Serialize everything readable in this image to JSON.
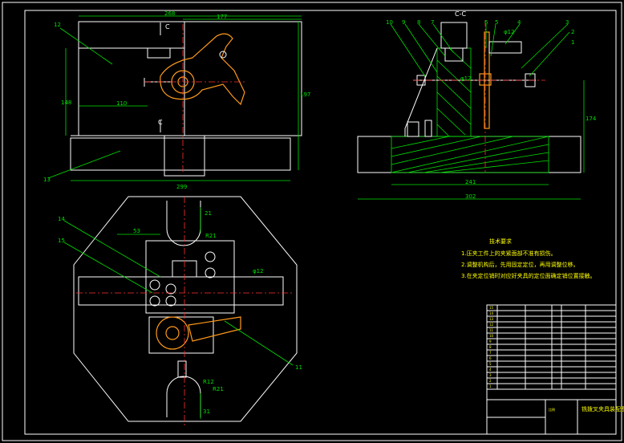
{
  "views": {
    "front_section_label": "C",
    "side_section_title": "C-C"
  },
  "dimensions": {
    "top_width_268": "268",
    "top_width_177": "177",
    "height_148": "148",
    "width_110": "110",
    "height_197": "197",
    "bottom_width_299": "299",
    "dim_21": "21",
    "dim_53": "53",
    "r21_top": "R21",
    "phi12": "φ12",
    "r12_bottom": "R12",
    "r21_bottom": "R21",
    "dim_31": "31",
    "side_height_174": "174",
    "side_width_241": "241",
    "side_width_302": "302",
    "side_phi12": "φ12",
    "side_phi12b": "φ12"
  },
  "balloons": {
    "b12": "12",
    "b13": "13",
    "b14": "14",
    "b15": "15",
    "b11": "11",
    "b10": "10",
    "b9": "9",
    "b8": "8",
    "b7": "7",
    "b6": "6",
    "b5": "5",
    "b4": "4",
    "b3": "3",
    "b2": "2",
    "b1": "1"
  },
  "tech_requirements": {
    "title": "技术要求",
    "line1": "1.压夹工件上的夹紧面部不准有损伤。",
    "line2": "2.调整机构后，先用固定定位，再用调整位移。",
    "line3": "3.在夹定位销时对应好夹具的定位面确定销位置接触。"
  },
  "title_block": {
    "drawing_name": "铣拨叉夹具装配图",
    "scale_label": "比例",
    "rows": [
      "15",
      "14",
      "13",
      "12",
      "11",
      "10",
      "9",
      "8",
      "7",
      "6",
      "5",
      "4",
      "3",
      "2",
      "1"
    ]
  },
  "colors": {
    "outline": "#ffffff",
    "dimension": "#00e000",
    "centerline": "#ff3030",
    "workpiece": "#ff9a1a",
    "title_text": "#ffff00"
  }
}
